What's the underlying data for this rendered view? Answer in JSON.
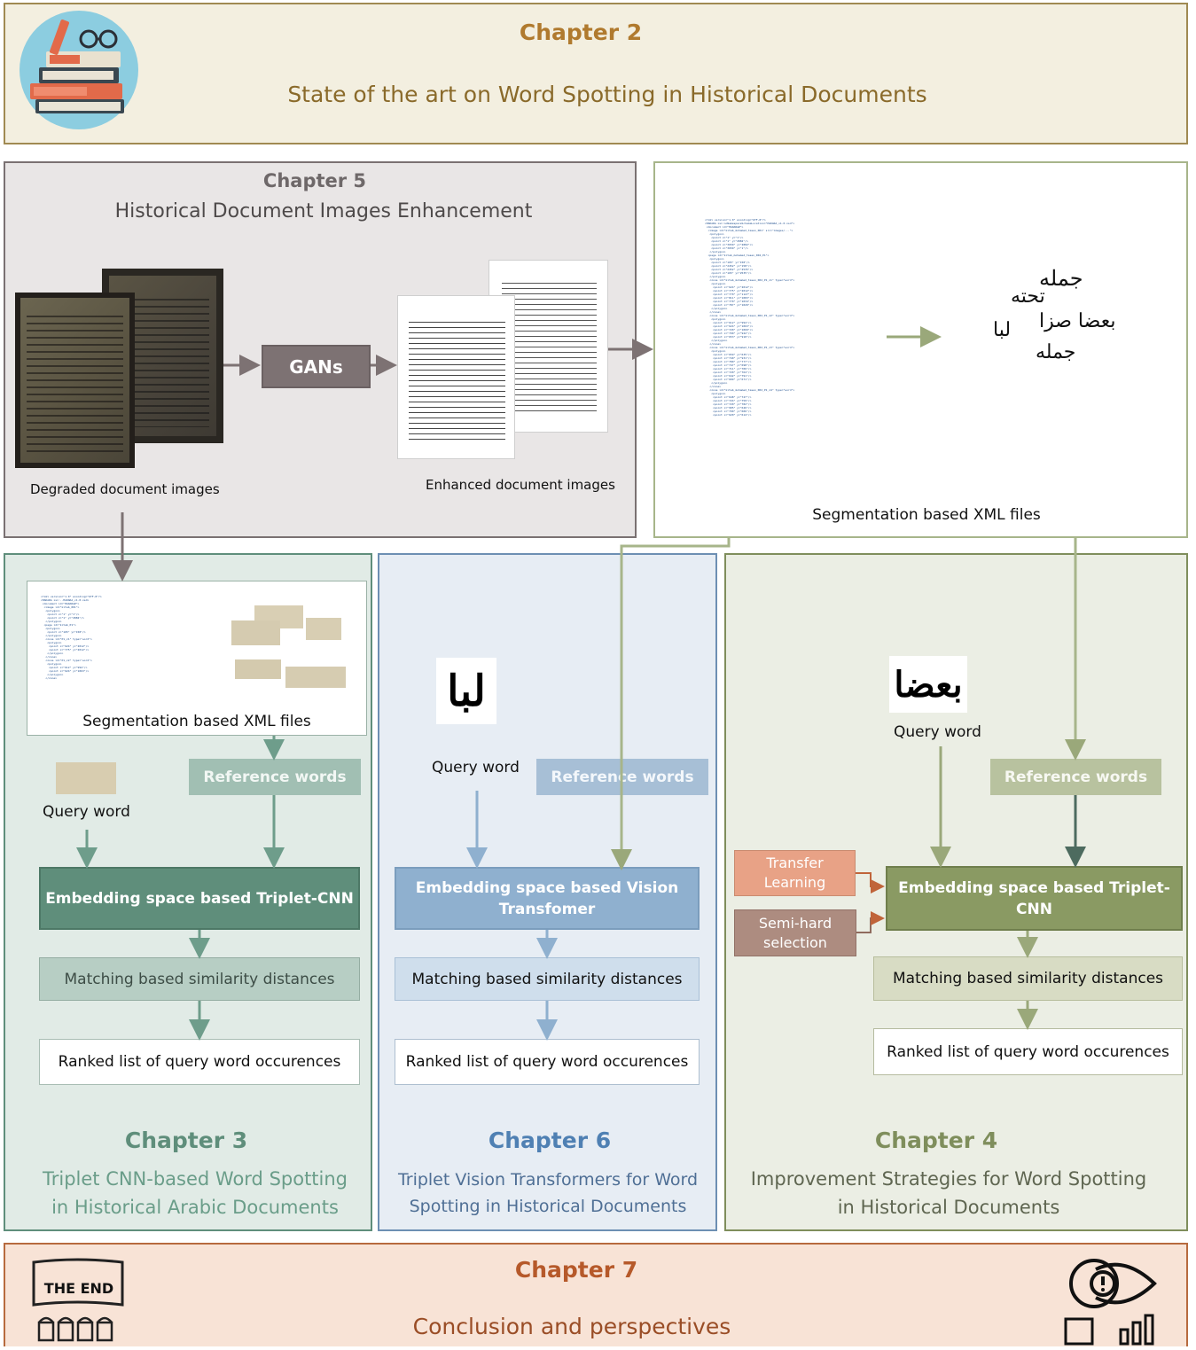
{
  "chapter2": {
    "number": "Chapter 2",
    "title": "State of the art on Word Spotting in Historical Documents"
  },
  "chapter5": {
    "number": "Chapter 5",
    "title": "Historical Document Images Enhancement",
    "gans": "GANs",
    "degraded": "Degraded document images",
    "enhanced": "Enhanced document images"
  },
  "xml_panel": {
    "caption": "Segmentation based XML files",
    "arabic_words": [
      "جمله",
      "تحته",
      "بعضا صزا",
      "لبا",
      "جمله"
    ]
  },
  "chapter3": {
    "number": "Chapter 3",
    "title_line1": "Triplet CNN-based Word Spotting",
    "title_line2": "in Historical Arabic Documents",
    "xml_caption": "Segmentation based XML files",
    "reference": "Reference words",
    "query": "Query word",
    "embedding": "Embedding space based Triplet-CNN",
    "matching": "Matching based similarity distances",
    "ranked": "Ranked list of query word occurences"
  },
  "chapter6": {
    "number": "Chapter 6",
    "title_line1": "Triplet Vision Transformers for Word",
    "title_line2": "Spotting in Historical Documents",
    "reference": "Reference words",
    "query": "Query word",
    "embedding_line1": "Embedding space based Vision",
    "embedding_line2": "Transfomer",
    "matching": "Matching based similarity distances",
    "ranked": "Ranked list of query word occurences"
  },
  "chapter4": {
    "number": "Chapter 4",
    "title_line1": "Improvement Strategies for Word Spotting",
    "title_line2": "in Historical Documents",
    "reference": "Reference words",
    "query": "Query word",
    "transfer_line1": "Transfer",
    "transfer_line2": "Learning",
    "semihard_line1": "Semi-hard",
    "semihard_line2": "selection",
    "embedding_line1": "Embedding space based Triplet-",
    "embedding_line2": "CNN",
    "matching": "Matching based similarity distances",
    "ranked": "Ranked list of query word occurences"
  },
  "chapter7": {
    "number": "Chapter 7",
    "title": "Conclusion and perspectives",
    "the_end": "THE END"
  },
  "colors": {
    "ch2_bg": "#f3efe0",
    "ch2_border": "#a08a52",
    "ch2_title": "#b07a2e",
    "ch2_sub": "#8a6a2a",
    "ch5_bg": "#e9e6e6",
    "ch5_border": "#7a7172",
    "ch3_bg": "#e1ebe6",
    "ch3_accent": "#5f8e7b",
    "ch6_bg": "#e7edf4",
    "ch6_accent": "#4f80b3",
    "ch4_bg": "#ebeee4",
    "ch4_accent": "#7f8e5c",
    "ch7_bg": "#f8e3d6",
    "ch7_border": "#b76a3e",
    "ch7_title": "#b6592a"
  }
}
